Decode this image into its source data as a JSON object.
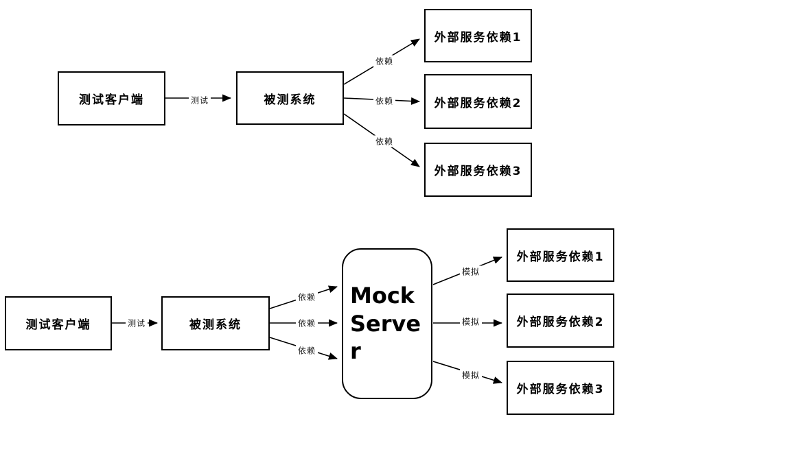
{
  "colors": {
    "line": "#000000",
    "box_border": "#000000",
    "background": "#ffffff",
    "text": "#000000"
  },
  "top_diagram": {
    "client_label": "测试客户端",
    "sut_label": "被测系统",
    "external_services": [
      "外部服务依赖1",
      "外部服务依赖2",
      "外部服务依赖3"
    ],
    "edge_labels": {
      "test": "测试",
      "dependency": "依赖"
    }
  },
  "bottom_diagram": {
    "client_label": "测试客户端",
    "sut_label": "被测系统",
    "mock_server_label": "Mock Server",
    "external_services": [
      "外部服务依赖1",
      "外部服务依赖2",
      "外部服务依赖3"
    ],
    "edge_labels": {
      "test": "测试",
      "dependency": "依赖",
      "mock": "模拟"
    }
  }
}
